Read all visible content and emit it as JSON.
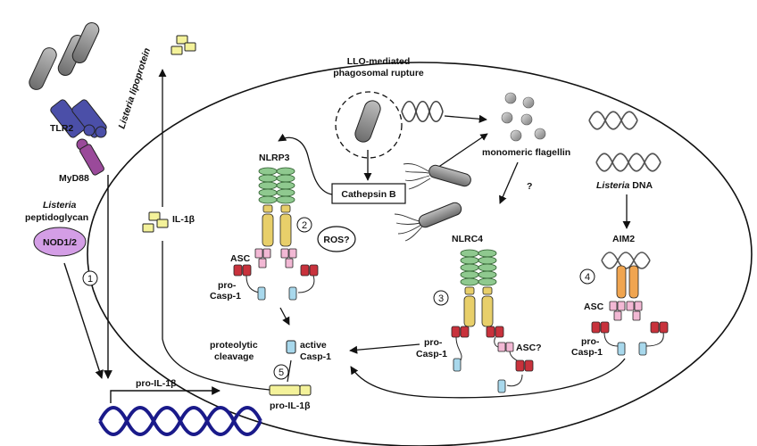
{
  "labels": {
    "listeria_lipoprotein": "Listeria lipoprotein",
    "tlr2": "TLR2",
    "myd88": "MyD88",
    "listeria_peptidoglycan_1": "Listeria",
    "listeria_peptidoglycan_2": "peptidoglycan",
    "nod12": "NOD1/2",
    "il1b": "IL-1β",
    "nlrp3": "NLRP3",
    "cathepsin_b": "Cathepsin B",
    "llo_1": "LLO-mediated",
    "llo_2": "phagosomal rupture",
    "monomeric_flagellin": "monomeric flagellin",
    "question": "?",
    "listeria_dna_italic": "Listeria",
    "listeria_dna_rest": " DNA",
    "ros": "ROS?",
    "asc_nlrp3": "ASC",
    "pro_casp1_nlrp3_1": "pro-",
    "pro_casp1_nlrp3_2": "Casp-1",
    "nlrc4": "NLRC4",
    "aim2": "AIM2",
    "asc_aim2": "ASC",
    "pro_casp1_aim2_1": "pro-",
    "pro_casp1_aim2_2": "Casp-1",
    "pro_casp1_nlrc4_1": "pro-",
    "pro_casp1_nlrc4_2": "Casp-1",
    "asc_q": "ASC?",
    "proteolytic_1": "proteolytic",
    "proteolytic_2": "cleavage",
    "active_1": "active",
    "active_2": "Casp-1",
    "pro_il1b_gene": "pro-IL-1β",
    "pro_il1b_protein": "pro-IL-1β"
  },
  "steps": [
    "1",
    "2",
    "3",
    "4",
    "5"
  ],
  "colors": {
    "tlr2": "#4b4fa8",
    "myd88": "#9a4a9a",
    "nod": "#d49ee6",
    "nacht": "#e8cf6a",
    "lrr": "#8fc98f",
    "aim2_hin": "#f0a550",
    "asc": "#f2b8d4",
    "card": "#c8323c",
    "casp_small": "#a8d8ec",
    "il1b": "#f4f29a",
    "dna": "#1a1a8a",
    "bacterium": "#8a8a8a"
  }
}
